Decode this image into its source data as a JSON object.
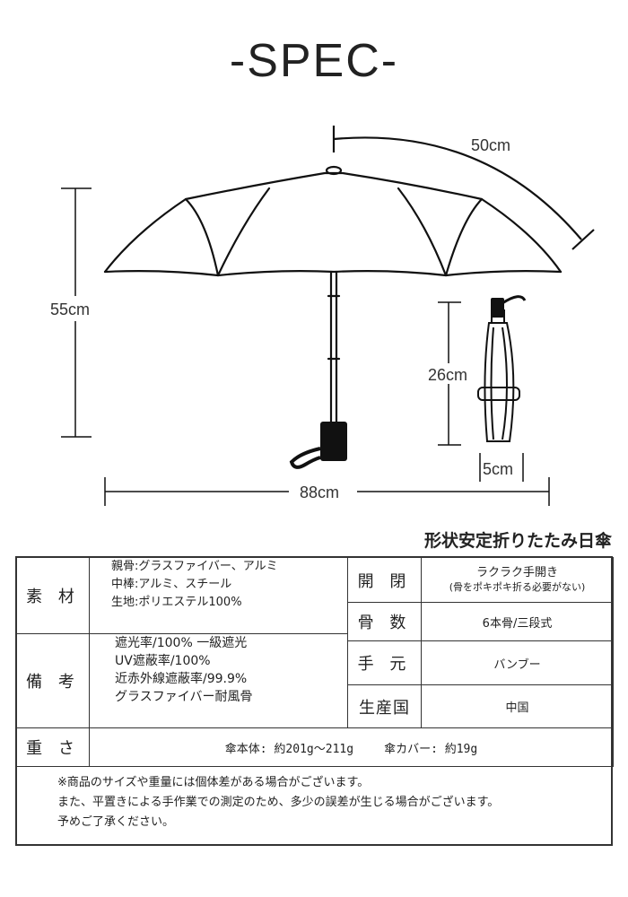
{
  "title": "-SPEC-",
  "dimensions": {
    "rib_length": "50cm",
    "open_height": "55cm",
    "open_width": "88cm",
    "folded_length": "26cm",
    "folded_width": "5cm"
  },
  "subtitle": "形状安定折りたたみ日傘",
  "table": {
    "material": {
      "label": "素 材",
      "lines": [
        "親骨:グラスファイバー、アルミ",
        "中棒:アルミ、スチール",
        "生地:ポリエステル100%"
      ]
    },
    "remarks": {
      "label": "備 考",
      "lines": [
        "遮光率/100%  一級遮光",
        "UV遮蔽率/100%",
        "近赤外線遮蔽率/99.9%",
        "グラスファイバー耐風骨"
      ]
    },
    "open_close": {
      "label": "開 閉",
      "value": "ラクラク手開き",
      "note": "(骨をポキポキ折る必要がない)"
    },
    "ribs": {
      "label": "骨 数",
      "value": "6本骨/三段式"
    },
    "handle": {
      "label": "手 元",
      "value": "バンブー"
    },
    "origin": {
      "label": "生産国",
      "value": "中国"
    },
    "weight": {
      "label": "重 さ",
      "body": "傘本体: 約201g〜211g",
      "cover": "傘カバー: 約19g"
    },
    "notes": [
      "※商品のサイズや重量には個体差がある場合がございます。",
      "また、平置きによる手作業での測定のため、多少の誤差が生じる場合がございます。",
      "予めご了承ください。"
    ]
  }
}
